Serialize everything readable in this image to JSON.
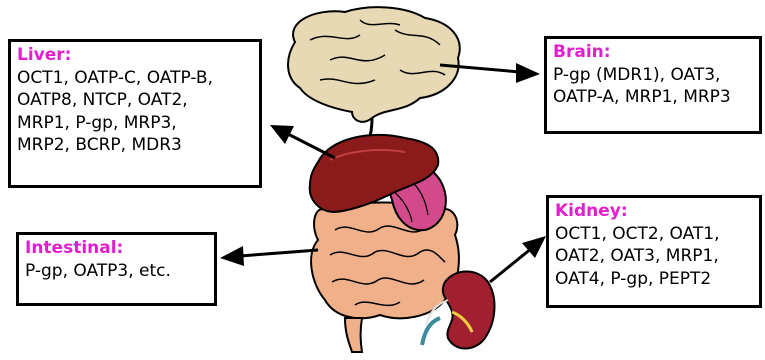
{
  "organs": {
    "liver": {
      "title": "Liver:",
      "transporters": "OCT1, OATP-C, OATP-B,\nOATP8, NTCP, OAT2,\nMRP1, P-gp, MRP3,\nMRP2, BCRP, MDR3"
    },
    "brain": {
      "title": "Brain:",
      "transporters": "P-gp (MDR1), OAT3,\nOATP-A, MRP1, MRP3"
    },
    "intestinal": {
      "title": "Intestinal:",
      "transporters": "P-gp, OATP3, etc."
    },
    "kidney": {
      "title": "Kidney:",
      "transporters": "OCT1, OCT2, OAT1,\nOAT2, OAT3, MRP1,\nOAT4, P-gp, PEPT2"
    }
  },
  "colors": {
    "title": "#e020d0",
    "liver": "#8b1a1a",
    "stomach": "#d24a8a",
    "intestine": "#f0b08a",
    "kidney": "#a02030",
    "brain": "#e8d9b5"
  }
}
